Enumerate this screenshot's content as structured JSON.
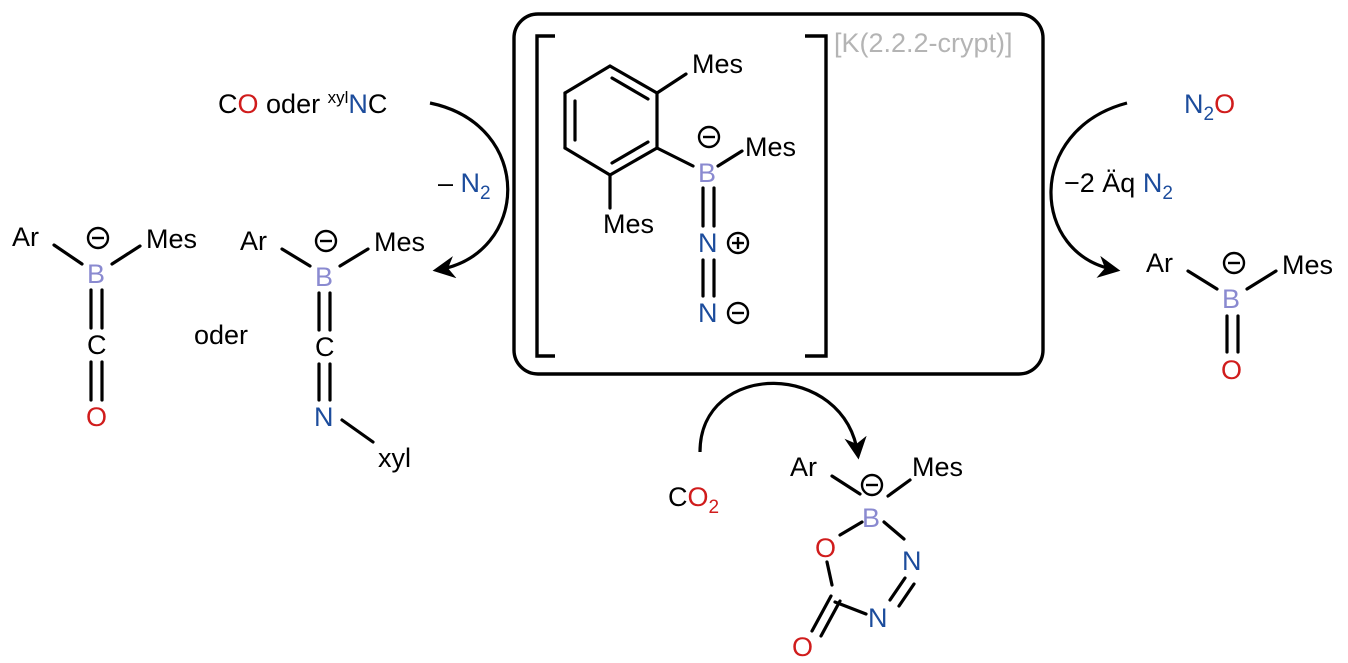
{
  "colors": {
    "black": "#000000",
    "red": "#d01c1c",
    "blue": "#1c4c9c",
    "boron": "#8a8ad0",
    "grey": "#b4b4b4"
  },
  "center": {
    "counterion": "[K(2.2.2-crypt)]",
    "mes_top": "Mes",
    "mes_b": "Mes",
    "mes_left": "Mes",
    "boron": "B",
    "n_mid": "N",
    "n_end": "N"
  },
  "left_reaction": {
    "reagent_c": "C",
    "reagent_o": "O",
    "reagent_oder": "oder",
    "reagent_xyl": "xyl",
    "reagent_n": "N",
    "reagent_c2": "C",
    "loss_dash": "–",
    "loss_n": "N",
    "loss_sub": "2"
  },
  "product_co": {
    "ar": "Ar",
    "mes": "Mes",
    "boron": "B",
    "carbon": "C",
    "oxygen": "O"
  },
  "oder_label": "oder",
  "product_cn": {
    "ar": "Ar",
    "mes": "Mes",
    "boron": "B",
    "carbon": "C",
    "nitrogen": "N",
    "xyl": "xyl"
  },
  "right_reaction": {
    "reagent_n": "N",
    "reagent_sub": "2",
    "reagent_o": "O",
    "loss_prefix": "−2 Äq",
    "loss_n": "N",
    "loss_sub": "2"
  },
  "product_o": {
    "ar": "Ar",
    "mes": "Mes",
    "boron": "B",
    "oxygen": "O"
  },
  "bottom_reaction": {
    "reagent_c": "C",
    "reagent_o": "O",
    "reagent_sub": "2"
  },
  "product_ring": {
    "ar": "Ar",
    "mes": "Mes",
    "boron": "B",
    "o_ring": "O",
    "n1": "N",
    "n2": "N",
    "o_exo": "O"
  }
}
